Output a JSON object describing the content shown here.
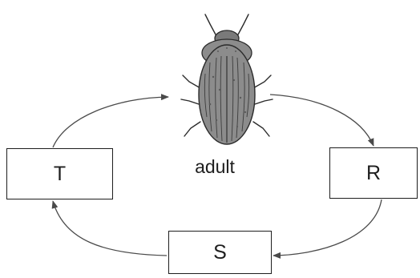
{
  "diagram": {
    "adult_label": "adult",
    "stages": {
      "t": "T",
      "r": "R",
      "s": "S"
    },
    "cycle_order": [
      "adult",
      "R",
      "S",
      "T"
    ],
    "icons": {
      "beetle": "beetle-icon"
    },
    "colors": {
      "line": "#4a4a4a",
      "text": "#1e1e1e",
      "beetle_fill": "#8c8c8c"
    }
  }
}
